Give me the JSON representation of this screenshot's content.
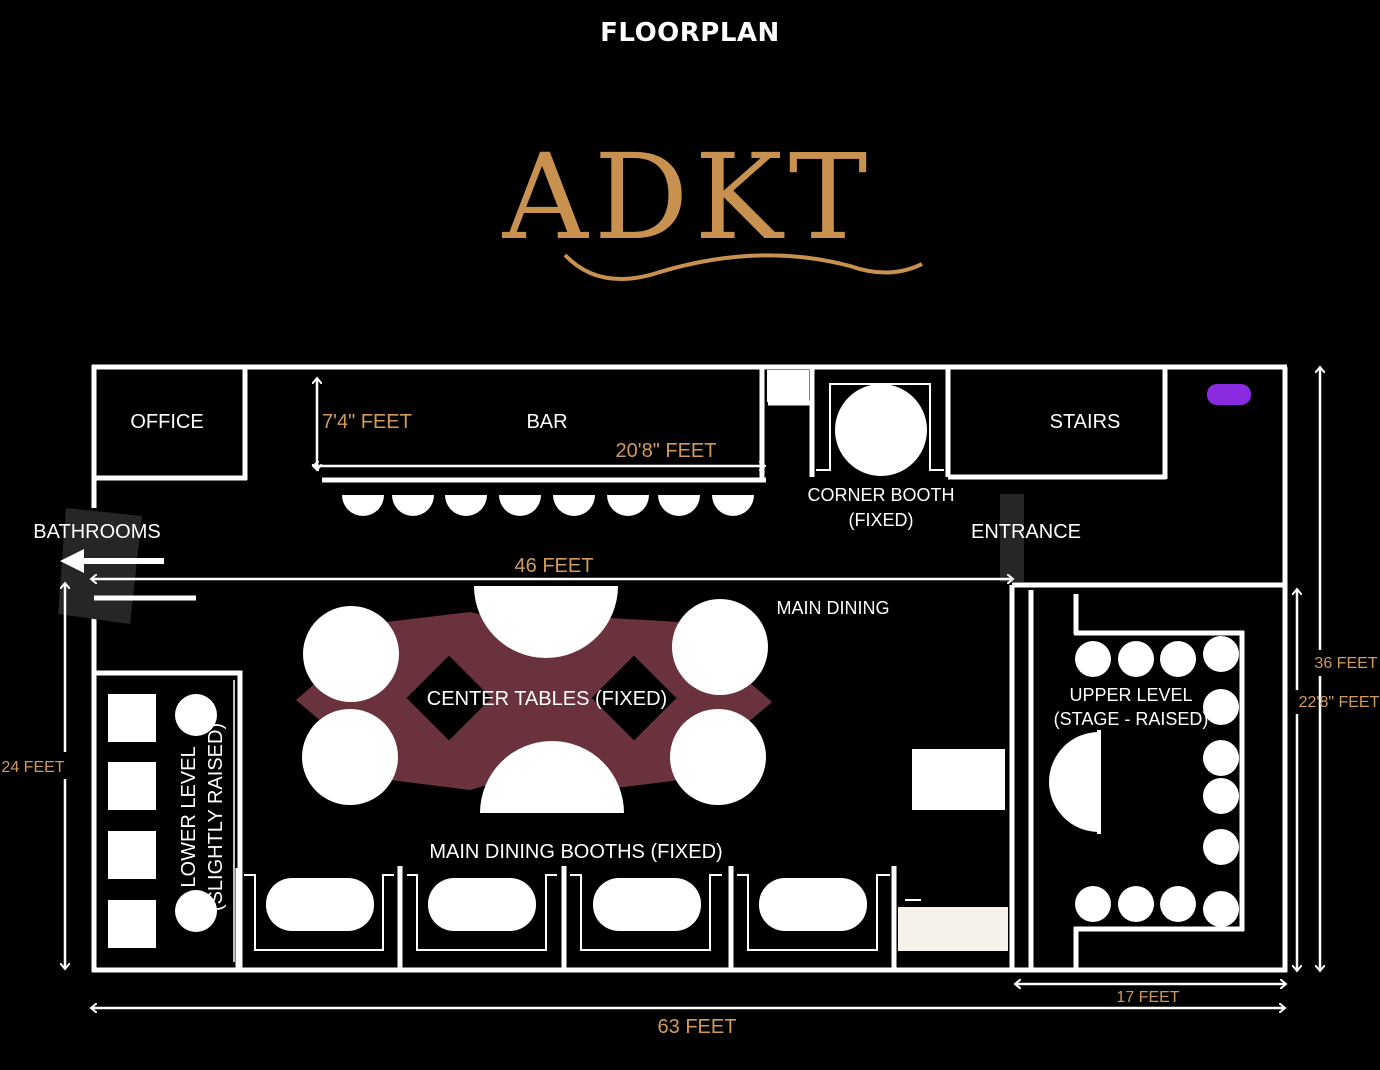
{
  "title": "FLOORPLAN",
  "logo_text": "ADKT",
  "colors": {
    "background": "#000000",
    "wall": "#ffffff",
    "dimension": "#d29a5a",
    "logo": "#c99150",
    "center_rug": "#6a323c",
    "marker": "#8a2be2"
  },
  "rooms": {
    "office": "OFFICE",
    "bar": "BAR",
    "stairs": "STAIRS",
    "corner_booth_line1": "CORNER BOOTH",
    "corner_booth_line2": "(FIXED)",
    "bathrooms": "BATHROOMS",
    "entrance": "ENTRANCE",
    "main_dining": "MAIN DINING",
    "center_tables": "CENTER TABLES (FIXED)",
    "main_dining_booths": "MAIN DINING BOOTHS (FIXED)",
    "upper_level_line1": "UPPER LEVEL",
    "upper_level_line2": "(STAGE - RAISED)",
    "lower_level_line1": "LOWER LEVEL",
    "lower_level_line2": "(SLIGHTLY RAISED)"
  },
  "dimensions": {
    "bar_height": "7'4\" FEET",
    "bar_length": "20'8\" FEET",
    "dining_width": "46 FEET",
    "total_width": "63 FEET",
    "stage_width": "17 FEET",
    "total_depth": "36 FEET",
    "stage_depth": "22'8\" FEET",
    "dining_depth": "24 FEET"
  }
}
